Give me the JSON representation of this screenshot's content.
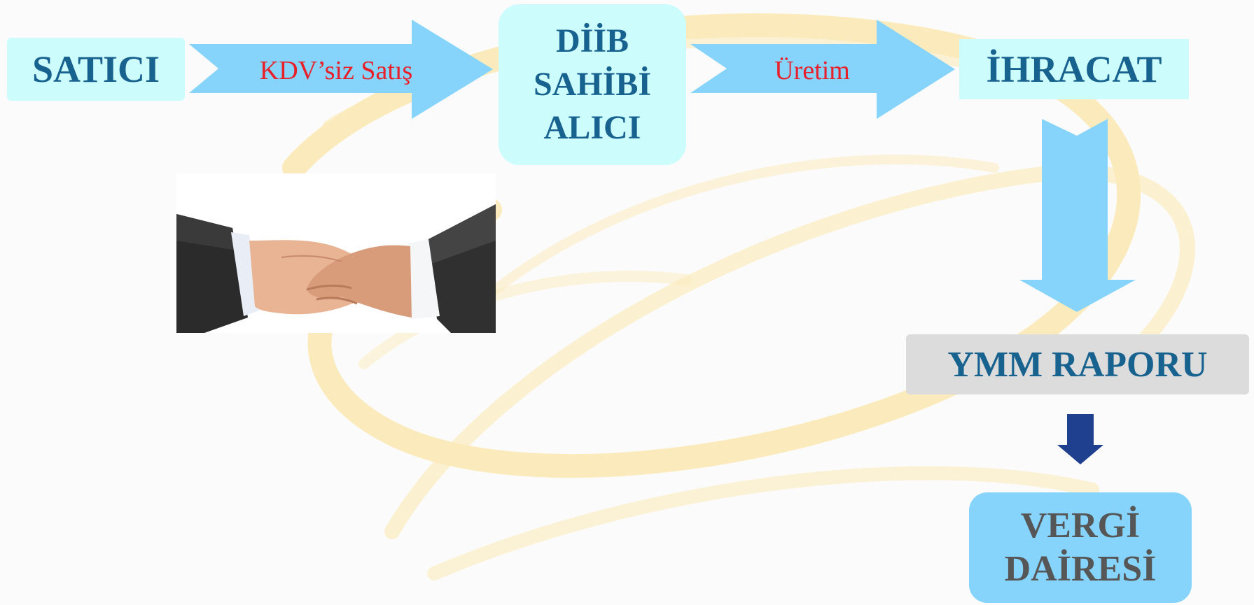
{
  "diagram": {
    "nodes": {
      "satici": {
        "lines": [
          "SATICI"
        ]
      },
      "alici": {
        "lines": [
          "DİİB",
          "SAHİBİ",
          "ALICI"
        ]
      },
      "ihracat": {
        "lines": [
          "İHRACAT"
        ]
      },
      "ymm": {
        "lines": [
          "YMM RAPORU"
        ]
      },
      "vergi": {
        "lines": [
          "VERGİ",
          "DAİRESİ"
        ]
      }
    },
    "edges": [
      {
        "from": "satici",
        "to": "alici",
        "label": "KDV’siz Satış"
      },
      {
        "from": "alici",
        "to": "ihracat",
        "label": "Üretim"
      },
      {
        "from": "ihracat",
        "to": "ymm",
        "label": ""
      },
      {
        "from": "ymm",
        "to": "vergi",
        "label": ""
      }
    ],
    "image": {
      "name": "handshake-photo"
    }
  },
  "colors": {
    "box_fill": "#ccfcfc",
    "arrow_fill": "#86d4fb",
    "small_arrow": "#1f3f8f",
    "node_text": "#17628f",
    "vergi_text": "#565656",
    "label_text": "#e8202a",
    "ymm_fill": "#dcdcdc",
    "swirl": "#fbe6a8"
  }
}
